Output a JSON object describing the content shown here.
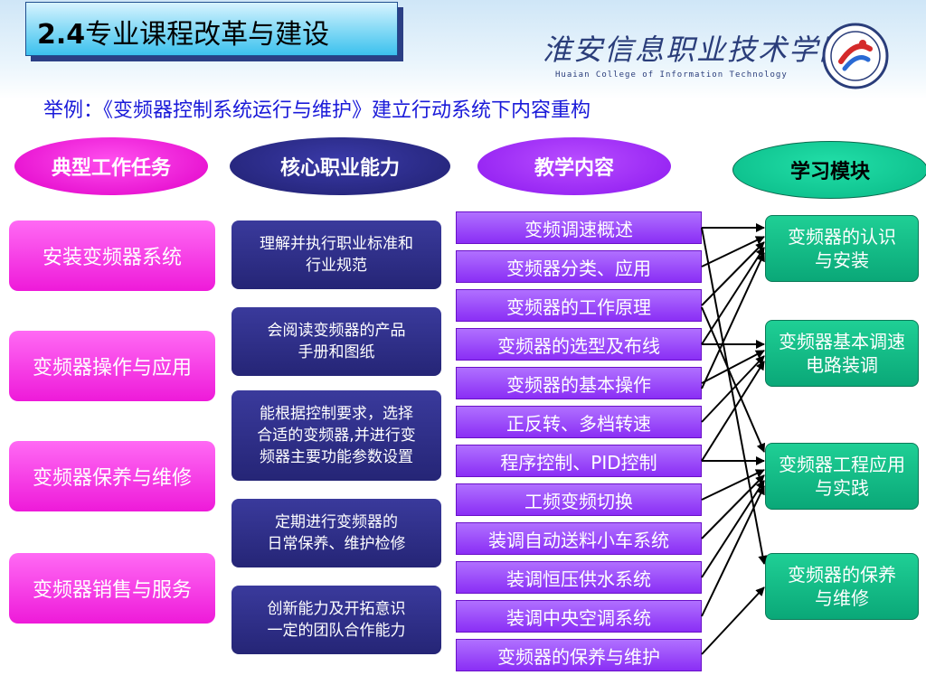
{
  "header": {
    "title_num": "2.4",
    "title_text": "专业课程改革与建设",
    "college_cn": "淮安信息职业技术学院",
    "college_en": "Huaian College of Information Technology"
  },
  "subtitle": "举例：《变频器控制系统运行与维护》建立行动系统下内容重构",
  "columns": {
    "tasks_header": "典型工作任务",
    "abilities_header": "核心职业能力",
    "contents_header": "教学内容",
    "modules_header": "学习模块"
  },
  "tasks": [
    "安装变频器系统",
    "变频器操作与应用",
    "变频器保养与维修",
    "变频器销售与服务"
  ],
  "abilities": [
    [
      "理解并执行职业标准和",
      "行业规范"
    ],
    [
      "会阅读变频器的产品",
      "手册和图纸"
    ],
    [
      "能根据控制要求，选择",
      "合适的变频器,并进行变",
      "频器主要功能参数设置"
    ],
    [
      "定期进行变频器的",
      "日常保养、维护检修"
    ],
    [
      "创新能力及开拓意识",
      "一定的团队合作能力"
    ]
  ],
  "contents": [
    "变频调速概述",
    "变频器分类、应用",
    "变频器的工作原理",
    "变频器的选型及布线",
    "变频器的基本操作",
    "正反转、多档转速",
    "程序控制、PID控制",
    "工频变频切换",
    "装调自动送料小车系统",
    "装调恒压供水系统",
    "装调中央空调系统",
    "变频器的保养与维护"
  ],
  "modules": [
    [
      "变频器的认识",
      "与安装"
    ],
    [
      "变频器基本调速",
      "电路装调"
    ],
    [
      "变频器工程应用",
      "与实践"
    ],
    [
      "变频器的保养",
      "与维修"
    ]
  ],
  "colors": {
    "task": "#ee1ad9",
    "ability": "#252576",
    "content": "#8a2ef5",
    "module": "#0aa878",
    "subtitle": "#1a1ad9"
  }
}
